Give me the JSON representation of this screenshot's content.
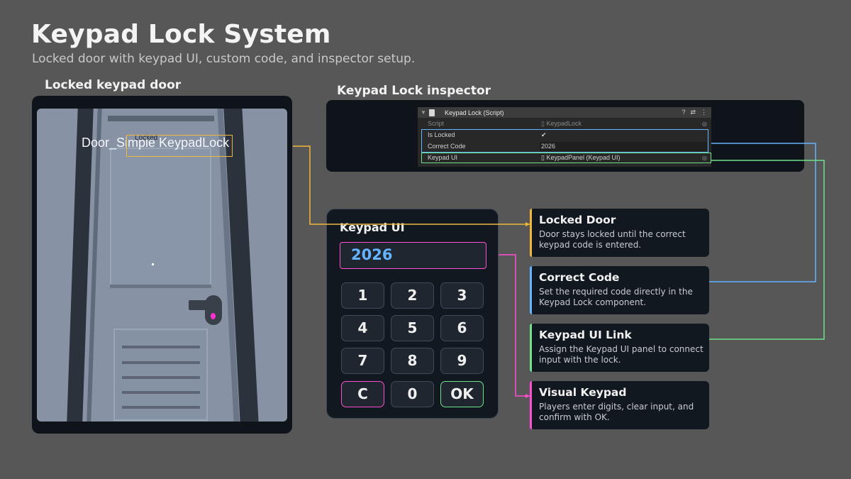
{
  "header": {
    "title": "Keypad Lock System",
    "subtitle": "Locked door with keypad UI, custom code, and inspector setup."
  },
  "door_view": {
    "label": "Locked keypad door",
    "object_name": "Door_Simple KeypadLock",
    "status_tag": "Locked"
  },
  "inspector": {
    "label": "Keypad Lock inspector",
    "component_title": "Keypad Lock (Script)",
    "header_icons": [
      "?",
      "⇄",
      "⋮"
    ],
    "rows": [
      {
        "label": "Script",
        "value": "KeypadLock"
      },
      {
        "label": "Is Locked",
        "value": "✔"
      },
      {
        "label": "Correct Code",
        "value": "2026"
      },
      {
        "label": "Keypad UI",
        "value": "KeypadPanel (Keypad UI)"
      }
    ]
  },
  "keypad": {
    "title": "Keypad UI",
    "display": "2026",
    "keys": [
      "1",
      "2",
      "3",
      "4",
      "5",
      "6",
      "7",
      "8",
      "9",
      "C",
      "0",
      "OK"
    ]
  },
  "cards": [
    {
      "title": "Locked Door",
      "desc": "Door stays locked until the correct keypad code is entered.",
      "color": "#f0b73c"
    },
    {
      "title": "Correct Code",
      "desc": "Set the required code directly in the Keypad Lock component.",
      "color": "#64b4ff"
    },
    {
      "title": "Keypad UI Link",
      "desc": "Assign the Keypad UI panel to connect input with the lock.",
      "color": "#6fe28a"
    },
    {
      "title": "Visual Keypad",
      "desc": "Players enter digits, clear input, and confirm with OK.",
      "color": "#ff4fd1"
    }
  ],
  "colors": {
    "background": "#575757",
    "panel": "#121820",
    "yellow": "#f0b73c",
    "blue": "#64b4ff",
    "green": "#6fe28a",
    "pink": "#ff4fd1"
  }
}
